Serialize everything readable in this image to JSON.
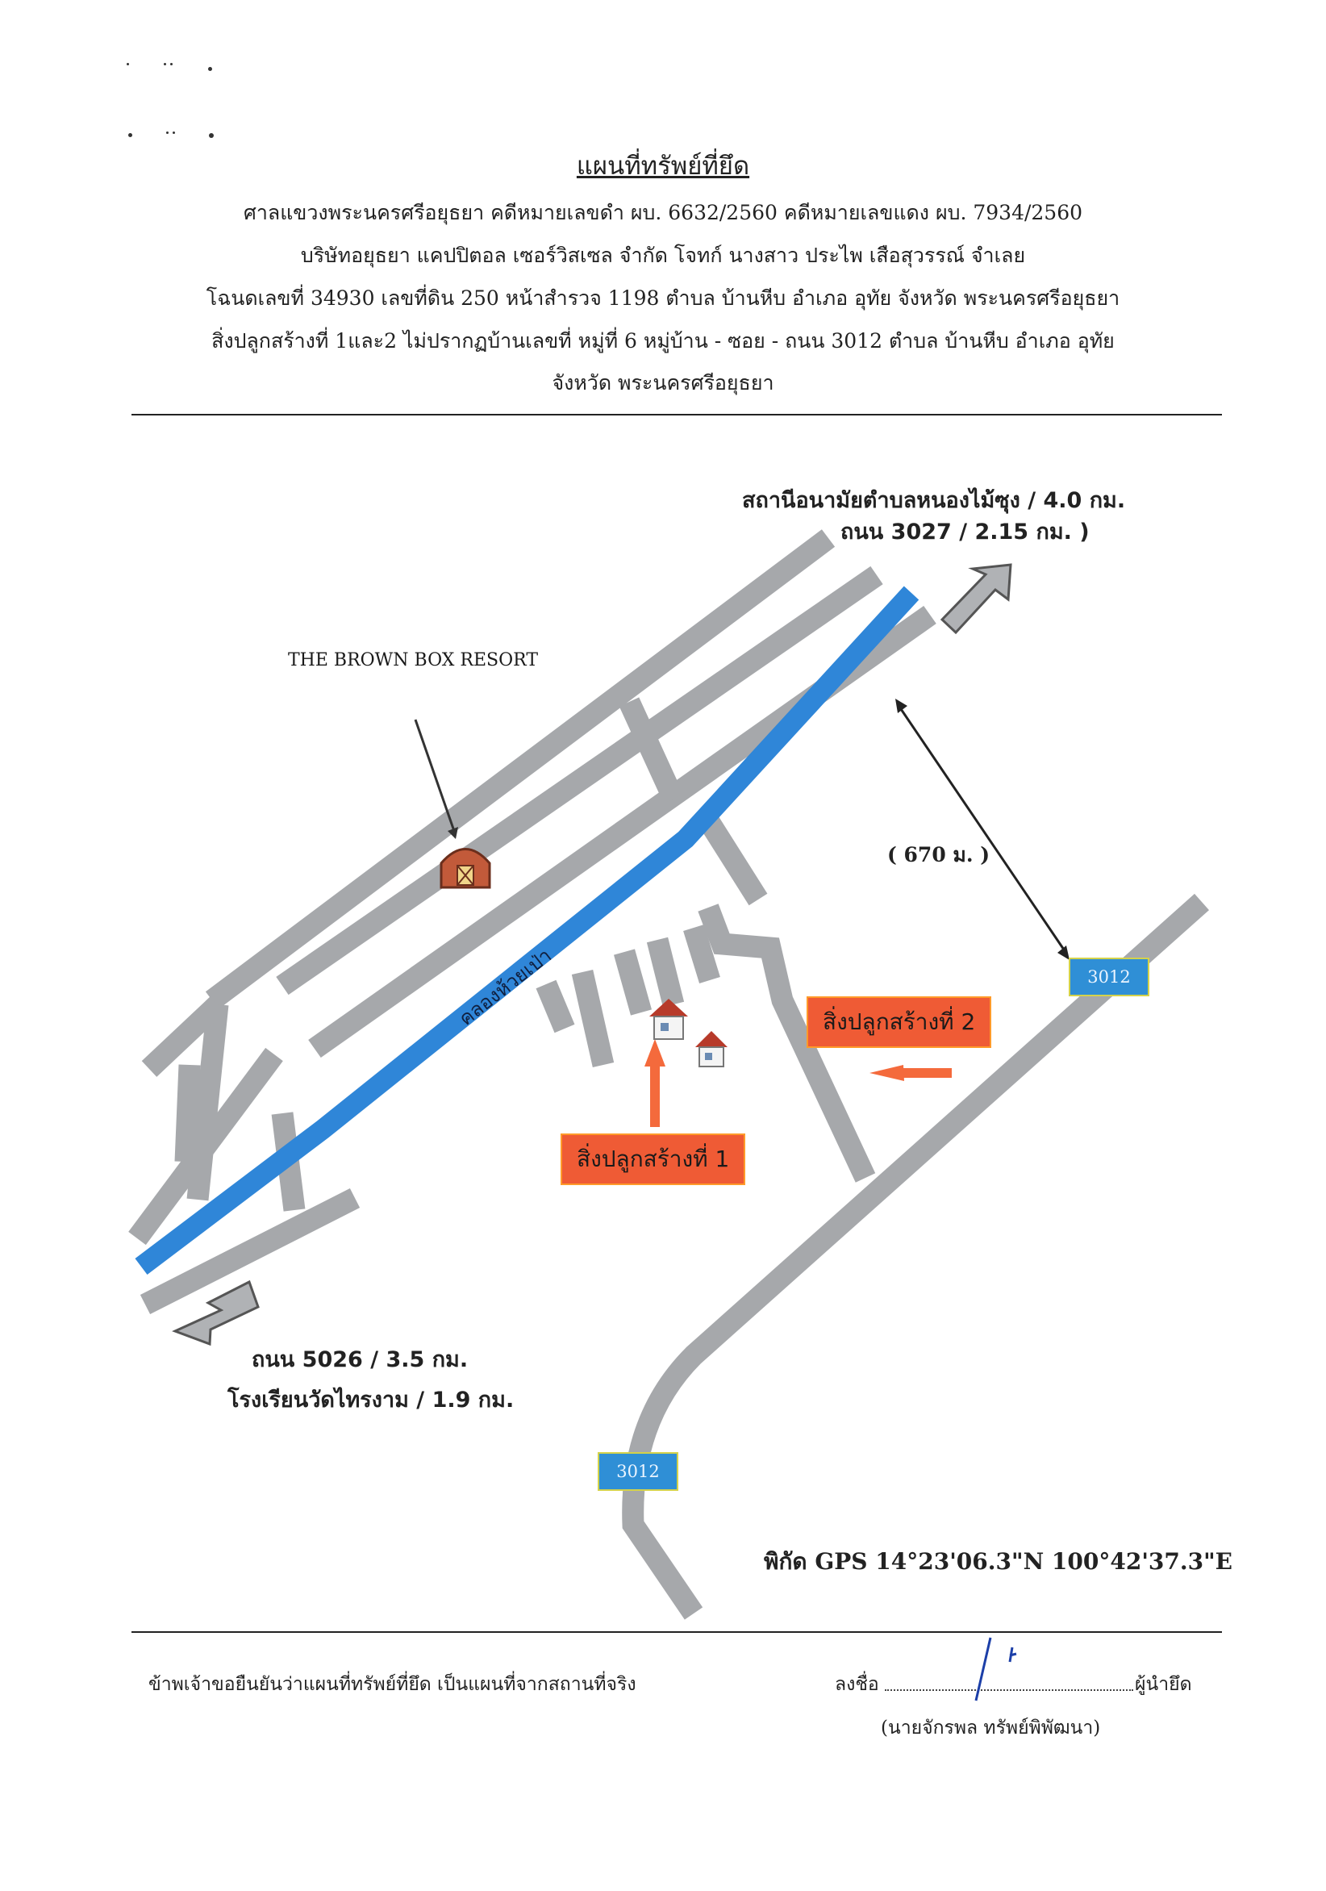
{
  "header": {
    "title": "แผนที่ทรัพย์ที่ยึด",
    "lines": [
      "ศาลแขวงพระนครศรีอยุธยา คดีหมายเลขดำ ผบ. 6632/2560  คดีหมายเลขแดง ผบ. 7934/2560",
      "บริษัทอยุธยา แคปปิตอล เซอร์วิสเซล จำกัด  โจทก์  นางสาว ประไพ  เสือสุวรรณ์ จำเลย",
      "โฉนดเลขที่ 34930 เลขที่ดิน 250 หน้าสำรวจ 1198  ตำบล บ้านหีบ  อำเภอ อุทัย  จังหวัด พระนครศรีอยุธยา",
      "สิ่งปลูกสร้างที่ 1และ2  ไม่ปรากฏบ้านเลขที่   หมู่ที่ 6   หมู่บ้าน -   ซอย -  ถนน 3012  ตำบล บ้านหีบ  อำเภอ อุทัย",
      "จังหวัด พระนครศรีอยุธยา"
    ]
  },
  "map": {
    "ne_direction": {
      "line1": "สถานีอนามัยตำบลหนองไม้ซุง / 4.0 กม.",
      "line2": "ถนน 3027 / 2.15 กม. )"
    },
    "sw_direction": {
      "line1": "ถนน 5026 / 3.5 กม.",
      "line2": "โรงเรียนวัดไทรงาม / 1.9 กม."
    },
    "resort_label": "THE BROWN BOX RESORT",
    "canal_label": "คลองห้วยเป่า",
    "distance_label": "( 670 ม. )",
    "building_1_label": "สิ่งปลูกสร้างที่ 1",
    "building_2_label": "สิ่งปลูกสร้างที่ 2",
    "route_badges": [
      "3012",
      "3012"
    ],
    "gps": "พิกัด GPS 14°23'06.3\"N 100°42'37.3\"E",
    "colors": {
      "road": "#a6a8ab",
      "canal": "#2f86d8",
      "label_fill": "#ef5b35",
      "pointer_arrow": "#f46a3c",
      "route_badge": "#2f8fd6"
    },
    "icons": [
      "barn-icon",
      "house-icon",
      "house-icon",
      "direction-arrow-icon"
    ]
  },
  "footer": {
    "certification": "ข้าพเจ้าขอยืนยันว่าแผนที่ทรัพย์ที่ยึด เป็นแผนที่จากสถานที่จริง",
    "sign_prefix": "ลงชื่อ",
    "sign_suffix": "ผู้นำยึด",
    "signer_name": "(นายจักรพล   ทรัพย์พิพัฒนา)"
  }
}
